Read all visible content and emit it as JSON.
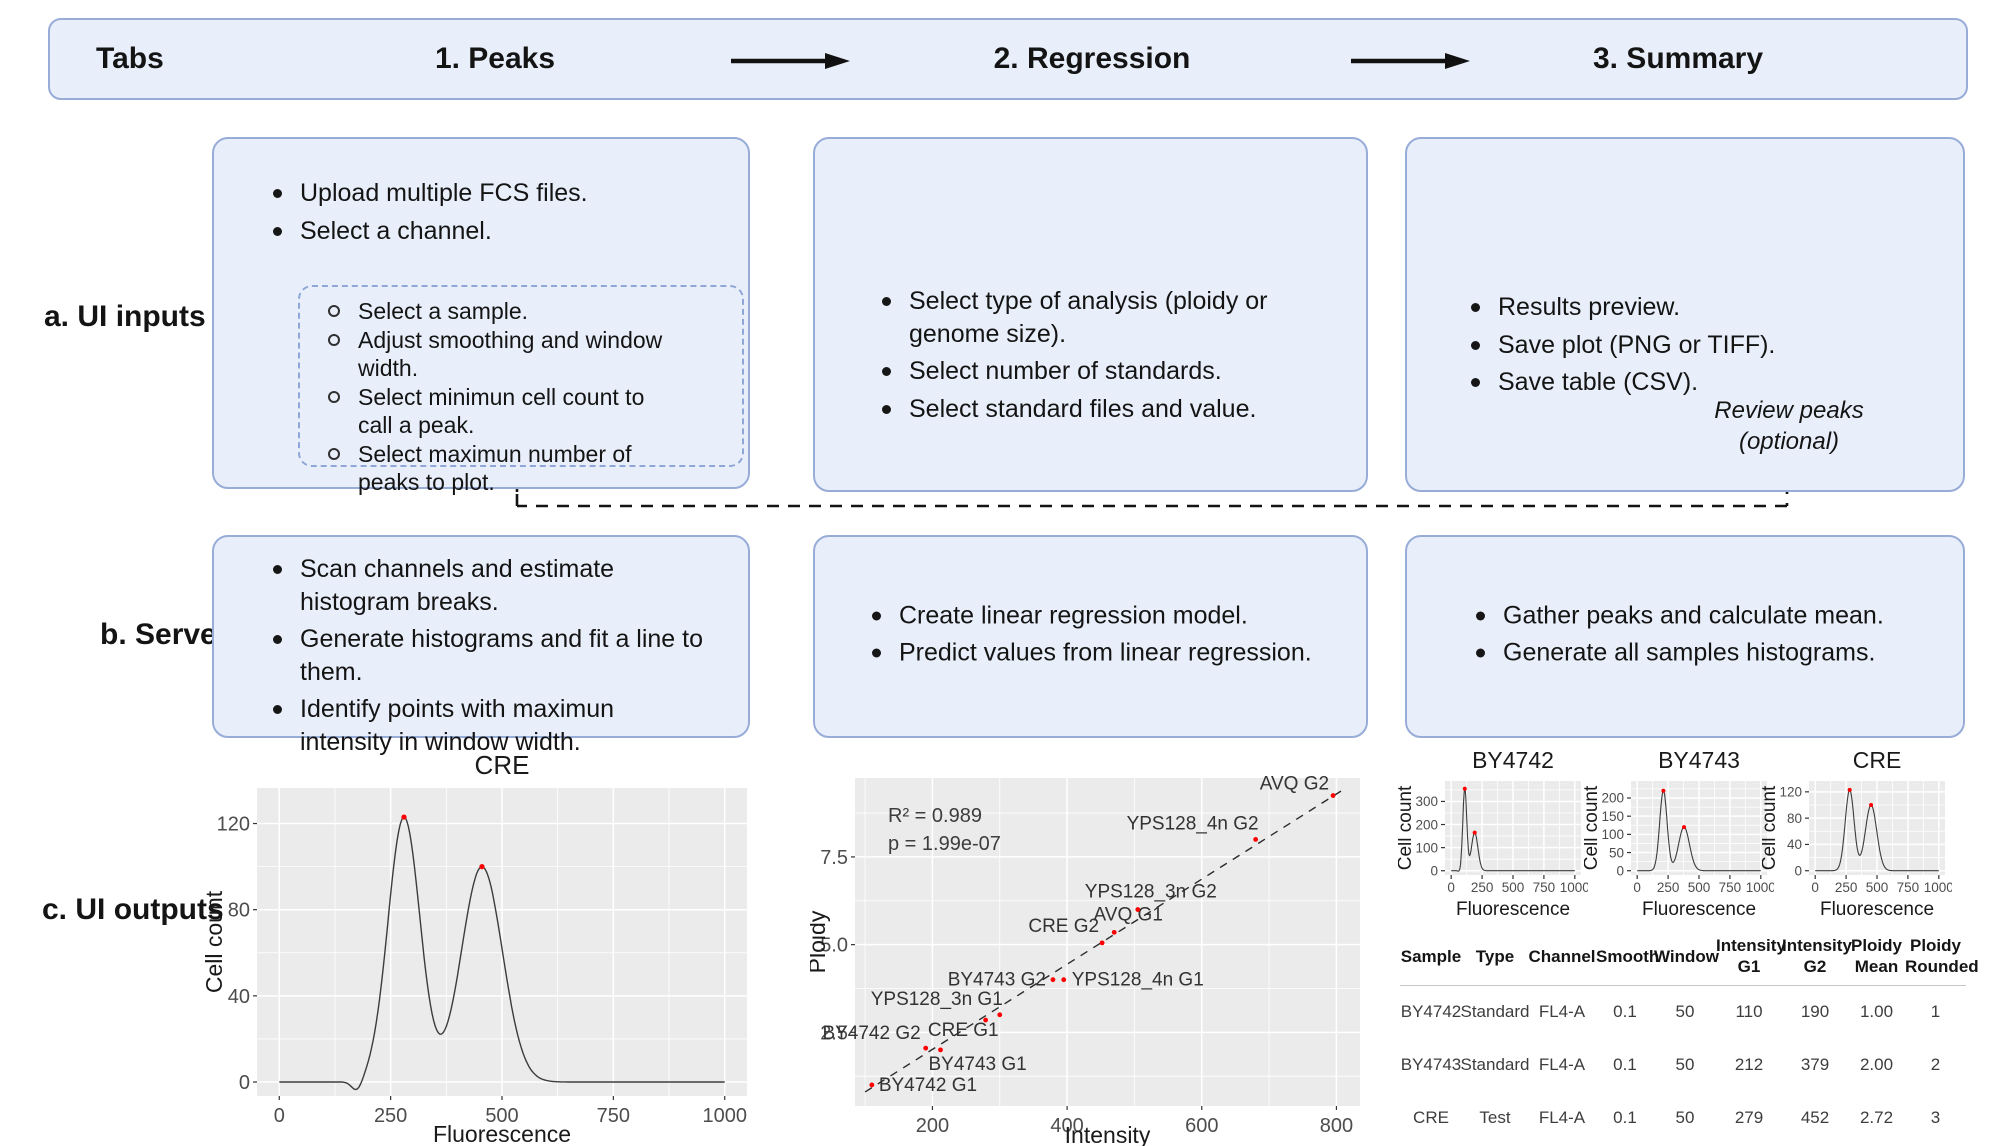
{
  "colors": {
    "box_fill": "#e9effa",
    "box_border": "#98acd8",
    "dashed_inner_border": "#8fa7d8",
    "panel_bg": "#ebebeb",
    "grid_line": "#ffffff",
    "curve": "#3c3c3c",
    "point_red": "#ff0000",
    "connector": "#141414",
    "tick_text": "#4d4d4d"
  },
  "tabs_bar": {
    "label": "Tabs",
    "tabs": [
      "1. Peaks",
      "2. Regression",
      "3. Summary"
    ]
  },
  "row_labels": {
    "a": "a. UI inputs",
    "b": "b. Server",
    "c": "c. UI outputs"
  },
  "ui_inputs": {
    "peaks": {
      "bullets": [
        "Upload multiple FCS files.",
        "Select a channel."
      ],
      "sample_options": [
        "Select a sample.",
        "Adjust smoothing and window\nwidth.",
        "Select minimun cell count to\ncall a peak.",
        "Select maximun number of\npeaks to plot."
      ]
    },
    "regression": {
      "bullets": [
        "Select type of analysis (ploidy or\ngenome size).",
        "Select number of standards.",
        "Select standard files and value."
      ]
    },
    "summary": {
      "bullets": [
        "Results preview.",
        "Save plot (PNG or TIFF).",
        "Save table (CSV)."
      ],
      "note": "Review peaks\n(optional)"
    }
  },
  "server": {
    "peaks": {
      "bullets": [
        "Scan channels and estimate\nhistogram breaks.",
        "Generate histograms and fit a line to\nthem.",
        "Identify points with maximun\nintensity in window width."
      ]
    },
    "regression": {
      "bullets": [
        "Create linear regression model.",
        "Predict values from linear regression."
      ]
    },
    "summary": {
      "bullets": [
        "Gather peaks and calculate mean.",
        "Generate all samples histograms."
      ]
    }
  },
  "chart_data": [
    {
      "type": "line",
      "title": "CRE",
      "xlabel": "Fluorescence",
      "ylabel": "Cell count",
      "xlim": [
        0,
        1000
      ],
      "ylim": [
        0,
        130
      ],
      "xticks": [
        0,
        250,
        500,
        750,
        1000
      ],
      "yticks": [
        0,
        40,
        80,
        120
      ],
      "grid": true,
      "legend_position": "none",
      "series": [
        {
          "name": "CRE density",
          "peaks": [
            {
              "x": 280,
              "y": 123,
              "sigma": 36
            },
            {
              "x": 455,
              "y": 100,
              "sigma": 46
            },
            {
              "x": 175,
              "y": -5,
              "sigma": 12
            }
          ]
        }
      ],
      "peak_markers": [
        {
          "x": 280,
          "y": 123
        },
        {
          "x": 455,
          "y": 100
        }
      ]
    },
    {
      "type": "scatter",
      "xlabel": "Intensity",
      "ylabel": "Ploidy",
      "xlim": [
        85,
        835
      ],
      "ylim": [
        0.4,
        9.75
      ],
      "xticks": [
        200,
        400,
        600,
        800
      ],
      "yticks": [
        2.5,
        5,
        7.5
      ],
      "ytick_labels": [
        "2.5",
        "5.0",
        "7.5"
      ],
      "grid": true,
      "annotations": [
        "R² = 0.989",
        "p = 1.99e-07"
      ],
      "trendline": {
        "style": "dashed",
        "x1": 100,
        "y1": 0.8,
        "x2": 812,
        "y2": 9.44
      },
      "points": [
        {
          "label": "BY4742 G1",
          "x": 110,
          "y": 1.0,
          "lx": 7,
          "ly": 6,
          "anchor": "start"
        },
        {
          "label": "BY4742 G2",
          "x": 190,
          "y": 2.05,
          "lx": -5,
          "ly": -9,
          "anchor": "end"
        },
        {
          "label": "BY4743 G1",
          "x": 212,
          "y": 2.0,
          "lx": -12,
          "ly": 20,
          "anchor": "start"
        },
        {
          "label": "CRE G1",
          "x": 279,
          "y": 2.85,
          "lx": 13,
          "ly": 16,
          "anchor": "end"
        },
        {
          "label": "YPS128_3n G1",
          "x": 300,
          "y": 3.0,
          "lx": 3,
          "ly": -10,
          "anchor": "end"
        },
        {
          "label": "BY4743 G2",
          "x": 379,
          "y": 4.0,
          "lx": -7,
          "ly": 6,
          "anchor": "end"
        },
        {
          "label": "YPS128_4n G1",
          "x": 395,
          "y": 4.0,
          "lx": 8,
          "ly": 6,
          "anchor": "start"
        },
        {
          "label": "CRE G2",
          "x": 452,
          "y": 5.05,
          "lx": -3,
          "ly": -11,
          "anchor": "end"
        },
        {
          "label": "AVQ G1",
          "x": 470,
          "y": 5.35,
          "lx": 14,
          "ly": -12,
          "anchor": "middle"
        },
        {
          "label": "YPS128_3n G2",
          "x": 505,
          "y": 6.0,
          "lx": 13,
          "ly": -12,
          "anchor": "middle"
        },
        {
          "label": "YPS128_4n G2",
          "x": 680,
          "y": 8.0,
          "lx": 3,
          "ly": -10,
          "anchor": "end"
        },
        {
          "label": "AVQ G2",
          "x": 795,
          "y": 9.25,
          "lx": -4,
          "ly": -6,
          "anchor": "end"
        }
      ]
    },
    {
      "type": "line",
      "title": "BY4742",
      "xlabel": "Fluorescence",
      "ylabel": "Cell count",
      "xlim": [
        0,
        1000
      ],
      "ylim": [
        0,
        370
      ],
      "xticks": [
        0,
        250,
        500,
        750,
        1000
      ],
      "yticks": [
        0,
        100,
        200,
        300
      ],
      "grid": true,
      "series": [
        {
          "name": "BY4742 density",
          "peaks": [
            {
              "x": 110,
              "y": 355,
              "sigma": 16
            },
            {
              "x": 190,
              "y": 165,
              "sigma": 26
            },
            {
              "x": 70,
              "y": -7,
              "sigma": 10
            }
          ]
        }
      ],
      "peak_markers": [
        {
          "x": 110,
          "y": 355
        },
        {
          "x": 190,
          "y": 165
        }
      ]
    },
    {
      "type": "line",
      "title": "BY4743",
      "xlabel": "Fluorescence",
      "ylabel": "Cell count",
      "xlim": [
        0,
        1000
      ],
      "ylim": [
        0,
        235
      ],
      "xticks": [
        0,
        250,
        500,
        750,
        1000
      ],
      "yticks": [
        0,
        50,
        100,
        150,
        200
      ],
      "grid": true,
      "series": [
        {
          "name": "BY4743 density",
          "peaks": [
            {
              "x": 212,
              "y": 220,
              "sigma": 30
            },
            {
              "x": 379,
              "y": 120,
              "sigma": 44
            }
          ]
        }
      ],
      "peak_markers": [
        {
          "x": 212,
          "y": 220
        },
        {
          "x": 379,
          "y": 120
        }
      ]
    },
    {
      "type": "line",
      "title": "CRE",
      "xlabel": "Fluorescence",
      "ylabel": "Cell count",
      "xlim": [
        0,
        1000
      ],
      "ylim": [
        0,
        130
      ],
      "xticks": [
        0,
        250,
        500,
        750,
        1000
      ],
      "yticks": [
        0,
        40,
        80,
        120
      ],
      "grid": true,
      "series": [
        {
          "name": "CRE density",
          "peaks": [
            {
              "x": 279,
              "y": 123,
              "sigma": 36
            },
            {
              "x": 452,
              "y": 100,
              "sigma": 46
            }
          ]
        }
      ],
      "peak_markers": [
        {
          "x": 279,
          "y": 123
        },
        {
          "x": 452,
          "y": 100
        }
      ]
    },
    {
      "type": "table",
      "headers": [
        "Sample",
        "Type",
        "Channel",
        "Smooth",
        "Window",
        "Intensity\nG1",
        "Intensity\nG2",
        "Ploidy\nMean",
        "Ploidy\nRounded"
      ],
      "rows": [
        [
          "BY4742",
          "Standard",
          "FL4-A",
          "0.1",
          "50",
          "110",
          "190",
          "1.00",
          "1"
        ],
        [
          "BY4743",
          "Standard",
          "FL4-A",
          "0.1",
          "50",
          "212",
          "379",
          "2.00",
          "2"
        ],
        [
          "CRE",
          "Test",
          "FL4-A",
          "0.1",
          "50",
          "279",
          "452",
          "2.72",
          "3"
        ]
      ]
    }
  ]
}
